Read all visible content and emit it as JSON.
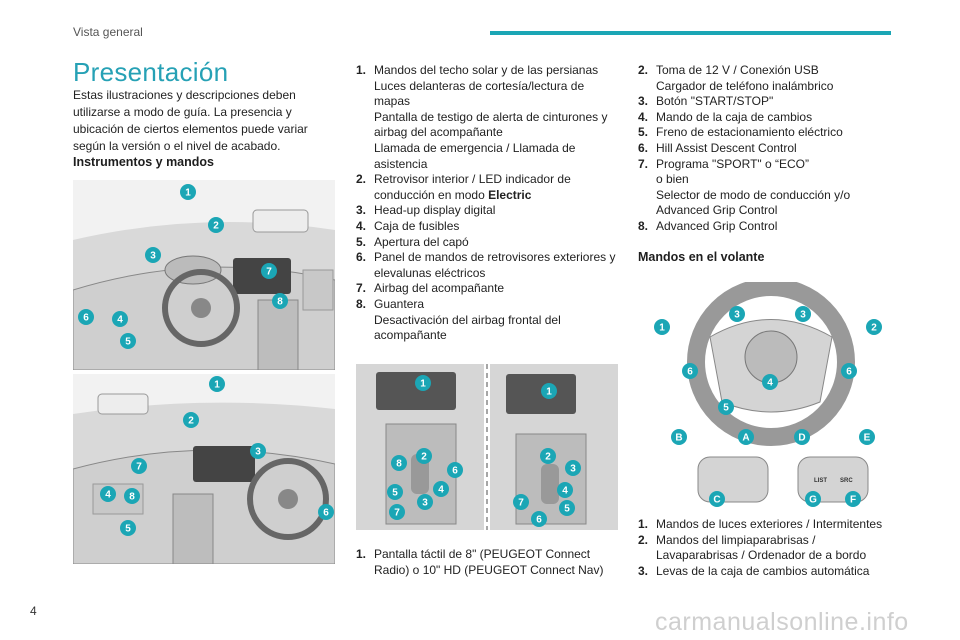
{
  "header": {
    "section": "Vista general"
  },
  "title": "Presentación",
  "intro": "Estas ilustraciones y descripciones deben utilizarse a modo de guía. La presencia y ubicación de ciertos elementos puede variar según la versión o el nivel de acabado.",
  "subheading1": "Instrumentos y mandos",
  "subheading2": "Mandos en el volante",
  "middle_list": [
    {
      "num": "1.",
      "lines": [
        "Mandos del techo solar y de las persianas",
        "Luces delanteras de cortesía/lectura de",
        "mapas",
        "Pantalla de testigo de alerta de cinturones y",
        "airbag del acompañante",
        "Llamada de emergencia / Llamada de",
        "asistencia"
      ]
    },
    {
      "num": "2.",
      "lines": [
        "Retrovisor interior / LED indicador de",
        "conducción en modo "
      ],
      "bold_suffix": "Electric"
    },
    {
      "num": "3.",
      "lines": [
        "Head-up display digital"
      ]
    },
    {
      "num": "4.",
      "lines": [
        "Caja de fusibles"
      ]
    },
    {
      "num": "5.",
      "lines": [
        "Apertura del capó"
      ]
    },
    {
      "num": "6.",
      "lines": [
        "Panel de mandos de retrovisores exteriores y",
        "elevalunas eléctricos"
      ]
    },
    {
      "num": "7.",
      "lines": [
        "Airbag del acompañante"
      ]
    },
    {
      "num": "8.",
      "lines": [
        "Guantera",
        "Desactivación del airbag frontal del",
        "acompañante"
      ]
    }
  ],
  "middle_bottom_item": {
    "num": "1.",
    "lines": [
      "Pantalla táctil de 8\" (PEUGEOT Connect",
      "Radio) o 10\" HD (PEUGEOT Connect Nav)"
    ]
  },
  "right_list": [
    {
      "num": "2.",
      "lines": [
        "Toma de 12 V / Conexión USB",
        "Cargador de teléfono inalámbrico"
      ]
    },
    {
      "num": "3.",
      "lines": [
        "Botón \"START/STOP\""
      ]
    },
    {
      "num": "4.",
      "lines": [
        "Mando de la caja de cambios"
      ]
    },
    {
      "num": "5.",
      "lines": [
        "Freno de estacionamiento eléctrico"
      ]
    },
    {
      "num": "6.",
      "lines": [
        "Hill Assist Descent Control"
      ]
    },
    {
      "num": "7.",
      "lines": [
        "Programa \"SPORT\" o “ECO”",
        "o bien",
        "Selector de modo de conducción y/o",
        "Advanced Grip Control"
      ]
    },
    {
      "num": "8.",
      "lines": [
        "Advanced Grip Control"
      ]
    }
  ],
  "wheel_list": [
    {
      "num": "1.",
      "lines": [
        "Mandos de luces exteriores / Intermitentes"
      ]
    },
    {
      "num": "2.",
      "lines": [
        "Mandos del limpiaparabrisas /",
        "Lavaparabrisas / Ordenador de a bordo"
      ]
    },
    {
      "num": "3.",
      "lines": [
        "Levas de la caja de cambios automática"
      ]
    }
  ],
  "illustrations": {
    "dash1_badges": [
      "1",
      "2",
      "3",
      "7",
      "8",
      "6",
      "4",
      "5"
    ],
    "dash2_badges": [
      "1",
      "2",
      "3",
      "7",
      "4",
      "8",
      "5",
      "6"
    ],
    "console_left_badges": [
      "1",
      "2",
      "8",
      "6",
      "4",
      "5",
      "3",
      "7"
    ],
    "console_right_badges": [
      "1",
      "2",
      "3",
      "4",
      "5",
      "7",
      "6"
    ],
    "wheel_badges": [
      "1",
      "3",
      "3",
      "2",
      "6",
      "4",
      "6",
      "5",
      "B",
      "A",
      "D",
      "E",
      "C",
      "G",
      "F"
    ],
    "wheel_button_labels": [
      "LIST",
      "SRC"
    ]
  },
  "page_number": "4",
  "watermark": "carmanualsonline.info"
}
